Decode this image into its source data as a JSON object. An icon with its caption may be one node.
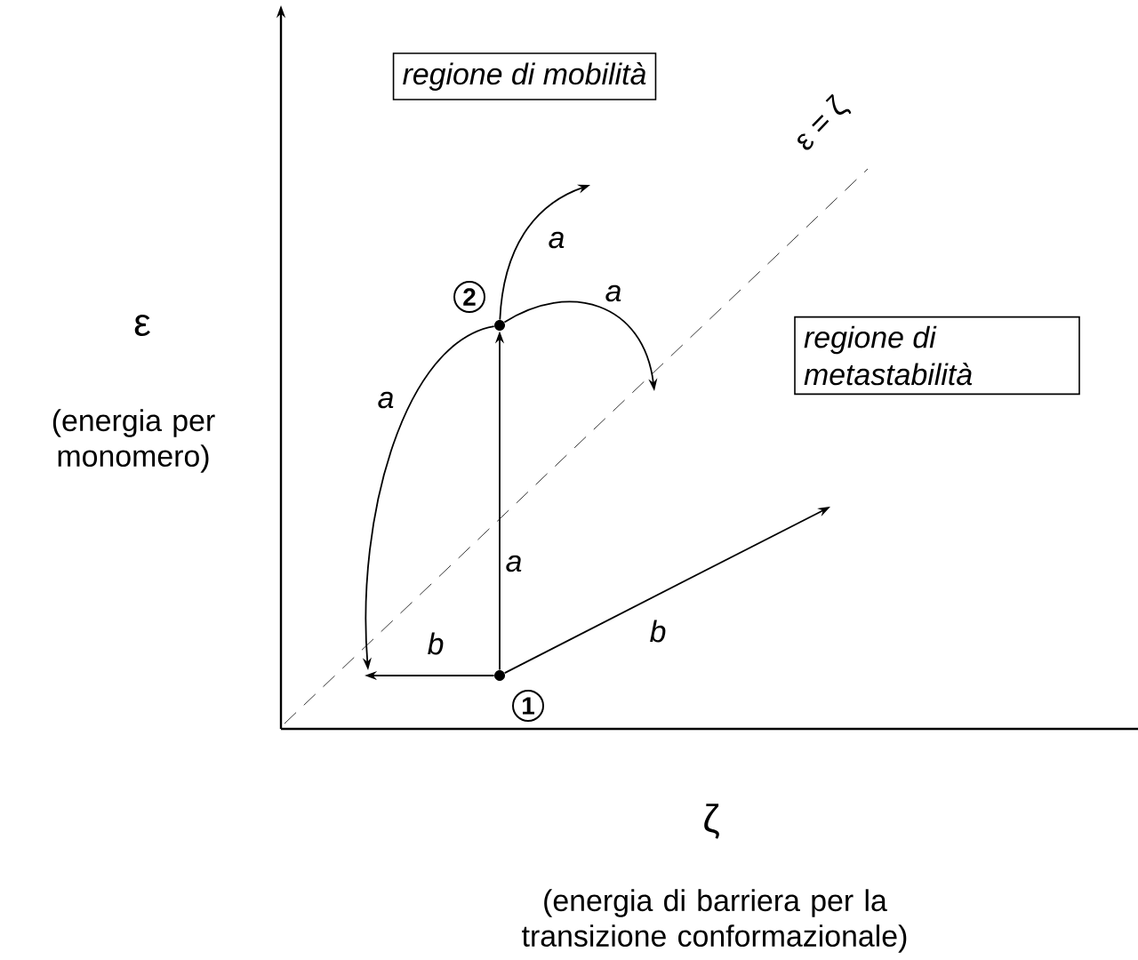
{
  "diagram": {
    "nodes": [
      {
        "text": [
          "regione di mobilità"
        ]
      },
      {
        "text": [
          "regione di metastabilità"
        ]
      },
      {
        "text": [],
        "shape": "circle",
        "beside": [
          "1"
        ]
      },
      {
        "text": [],
        "shape": "circle",
        "beside": [
          "2"
        ]
      }
    ],
    "edges": [
      {
        "from": 2,
        "to": null,
        "arrow": "to",
        "label": "b"
      },
      {
        "from": 2,
        "to": null,
        "arrow": "to",
        "label": "b"
      },
      {
        "from": 2,
        "to": 3,
        "arrow": "to",
        "label": "a"
      },
      {
        "from": 3,
        "to": null,
        "arrow": "to",
        "label": "a"
      },
      {
        "from": 3,
        "to": null,
        "arrow": "to",
        "label": "a"
      },
      {
        "from": 3,
        "to": null,
        "arrow": "to",
        "label": "a"
      }
    ],
    "labels": [
      "ε = ζ",
      "ε",
      "(energia per monomero)",
      "ζ",
      "(energia di barriera per la transizione conformazionale)"
    ]
  }
}
